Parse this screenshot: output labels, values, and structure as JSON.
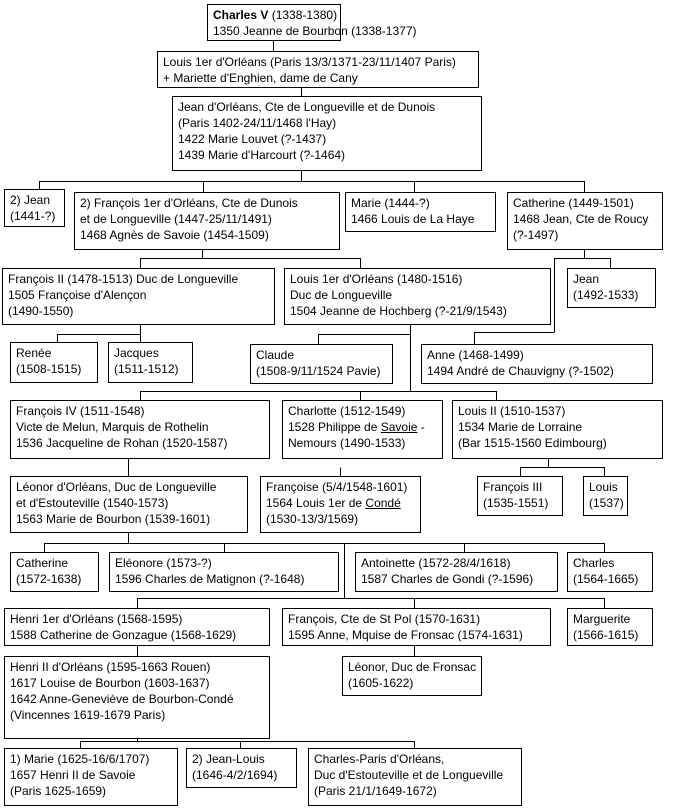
{
  "persons": [
    {
      "id": "charles_v",
      "lines": [
        {
          "name": "Charles V",
          "rest": " (1338-1380)"
        },
        {
          "text": "1350 Jeanne de Bourbon (1338-1377)"
        }
      ]
    },
    {
      "id": "louis_1er_orleans",
      "lines": [
        {
          "text": "Louis 1er d'Orléans (Paris 13/3/1371-23/11/1407 Paris)"
        },
        {
          "text": "+ Mariette d'Enghien, dame de Cany"
        }
      ]
    },
    {
      "id": "jean_orleans_longueville",
      "lines": [
        {
          "text": "Jean d'Orléans, Cte de Longueville et de Dunois"
        },
        {
          "text": "(Paris 1402-24/11/1468 l'Hay)"
        },
        {
          "text": "1422 Marie Louvet (?-1437)"
        },
        {
          "text": "1439 Marie d'Harcourt  (?-1464)"
        }
      ]
    },
    {
      "id": "jean_2",
      "lines": [
        {
          "text": "2) Jean"
        },
        {
          "text": "(1441-?)"
        }
      ]
    },
    {
      "id": "francois_1er",
      "lines": [
        {
          "text": "2) François 1er d'Orléans, Cte de Dunois"
        },
        {
          "text": "et de Longueville (1447-25/11/1491)"
        },
        {
          "text": "1468 Agnès de Savoie (1454-1509)"
        }
      ]
    },
    {
      "id": "marie_1444",
      "lines": [
        {
          "text": "Marie (1444-?)"
        },
        {
          "text": "1466 Louis de La Haye"
        }
      ]
    },
    {
      "id": "catherine_1449",
      "lines": [
        {
          "text": "Catherine (1449-1501)"
        },
        {
          "text": "1468 Jean, Cte de Roucy"
        },
        {
          "text": "(?-1497)"
        }
      ]
    },
    {
      "id": "francois_ii",
      "lines": [
        {
          "text": "François II (1478-1513) Duc de Longueville"
        },
        {
          "text": "1505 Françoise d'Alençon"
        },
        {
          "text": "(1490-1550)"
        }
      ]
    },
    {
      "id": "louis_1er_1480",
      "lines": [
        {
          "text": "Louis 1er d'Orléans (1480-1516)"
        },
        {
          "text": "Duc de Longueville"
        },
        {
          "text": "1504 Jeanne de Hochberg (?-21/9/1543)"
        }
      ]
    },
    {
      "id": "jean_1492",
      "lines": [
        {
          "text": "Jean"
        },
        {
          "text": "(1492-1533)"
        }
      ]
    },
    {
      "id": "renee",
      "lines": [
        {
          "text": "Renée"
        },
        {
          "text": "(1508-1515)"
        }
      ]
    },
    {
      "id": "jacques",
      "lines": [
        {
          "text": "Jacques"
        },
        {
          "text": "(1511-1512)"
        }
      ]
    },
    {
      "id": "claude",
      "lines": [
        {
          "text": "Claude"
        },
        {
          "text": "(1508-9/11/1524 Pavie)"
        }
      ]
    },
    {
      "id": "anne_1468",
      "lines": [
        {
          "text": "Anne (1468-1499)"
        },
        {
          "text": "1494 André de Chauvigny (?-1502)"
        }
      ]
    },
    {
      "id": "francois_iv",
      "lines": [
        {
          "text": "François IV (1511-1548)"
        },
        {
          "text": "Victe de Melun, Marquis de Rothelin"
        },
        {
          "text": "1536  Jacqueline  de Rohan (1520-1587)"
        }
      ]
    },
    {
      "id": "charlotte",
      "lines": [
        {
          "pre": "Charlotte (1512-1549)"
        },
        {
          "pre": "1528 Philippe de  ",
          "u": "Savoie",
          "post": " -"
        },
        {
          "pre": "Nemours (1490-1533)"
        }
      ]
    },
    {
      "id": "louis_ii",
      "lines": [
        {
          "text": "Louis II (1510-1537)"
        },
        {
          "text": "1534 Marie de Lorraine"
        },
        {
          "text": "(Bar 1515-1560 Edimbourg)"
        }
      ]
    },
    {
      "id": "leonor_orleans",
      "lines": [
        {
          "text": "Léonor d'Orléans, Duc de Longueville"
        },
        {
          "text": "et d'Estouteville (1540-1573)"
        },
        {
          "text": "1563 Marie de Bourbon (1539-1601)"
        }
      ]
    },
    {
      "id": "francoise_1548",
      "lines": [
        {
          "pre": "Françoise (5/4/1548-1601)"
        },
        {
          "pre": "1564 Louis 1er de  ",
          "u": "Condé"
        },
        {
          "pre": "(1530-13/3/1569)"
        }
      ]
    },
    {
      "id": "francois_iii",
      "lines": [
        {
          "text": "François III"
        },
        {
          "text": "(1535-1551)"
        }
      ]
    },
    {
      "id": "louis_1537",
      "lines": [
        {
          "text": "Louis"
        },
        {
          "text": "(1537)"
        }
      ]
    },
    {
      "id": "catherine_1572",
      "lines": [
        {
          "text": "Catherine"
        },
        {
          "text": "(1572-1638)"
        }
      ]
    },
    {
      "id": "eleonore",
      "lines": [
        {
          "text": "Eléonore (1573-?)"
        },
        {
          "text": "1596 Charles de Matignon (?-1648)"
        }
      ]
    },
    {
      "id": "antoinette",
      "lines": [
        {
          "text": "Antoinette (1572-28/4/1618)"
        },
        {
          "text": "1587 Charles de Gondi (?-1596)"
        }
      ]
    },
    {
      "id": "charles_1564",
      "lines": [
        {
          "text": "Charles"
        },
        {
          "text": "(1564-1665)"
        }
      ]
    },
    {
      "id": "henri_1er",
      "lines": [
        {
          "text": "Henri 1er d'Orléans (1568-1595)"
        },
        {
          "text": "1588 Catherine de Gonzague (1568-1629)"
        }
      ]
    },
    {
      "id": "francois_st_pol",
      "lines": [
        {
          "text": "François, Cte de St Pol (1570-1631)"
        },
        {
          "text": "1595 Anne, Mquise de Fronsac (1574-1631)"
        }
      ]
    },
    {
      "id": "marguerite",
      "lines": [
        {
          "text": "Marguerite"
        },
        {
          "text": "(1566-1615)"
        }
      ]
    },
    {
      "id": "henri_ii",
      "lines": [
        {
          "text": "Henri II d'Orléans (1595-1663 Rouen)"
        },
        {
          "text": "1617 Louise de Bourbon (1603-1637)"
        },
        {
          "text": "1642 Anne-Geneviève de Bourbon-Condé"
        },
        {
          "text": "(Vincennes 1619-1679 Paris)"
        }
      ]
    },
    {
      "id": "leonor_fronsac",
      "lines": [
        {
          "text": "Léonor, Duc de Fronsac"
        },
        {
          "text": "(1605-1622)"
        }
      ]
    },
    {
      "id": "marie_1625",
      "lines": [
        {
          "text": "1) Marie (1625-16/6/1707)"
        },
        {
          "text": "1657 Henri II de Savoie"
        },
        {
          "text": "(Paris 1625-1659)"
        }
      ]
    },
    {
      "id": "jean_louis",
      "lines": [
        {
          "text": "2) Jean-Louis"
        },
        {
          "text": "(1646-4/2/1694)"
        }
      ]
    },
    {
      "id": "charles_paris",
      "lines": [
        {
          "text": "Charles-Paris d'Orléans,"
        },
        {
          "text": "Duc d'Estouteville et de Longueville"
        },
        {
          "text": "(Paris 21/1/1649-1672)"
        }
      ]
    }
  ]
}
